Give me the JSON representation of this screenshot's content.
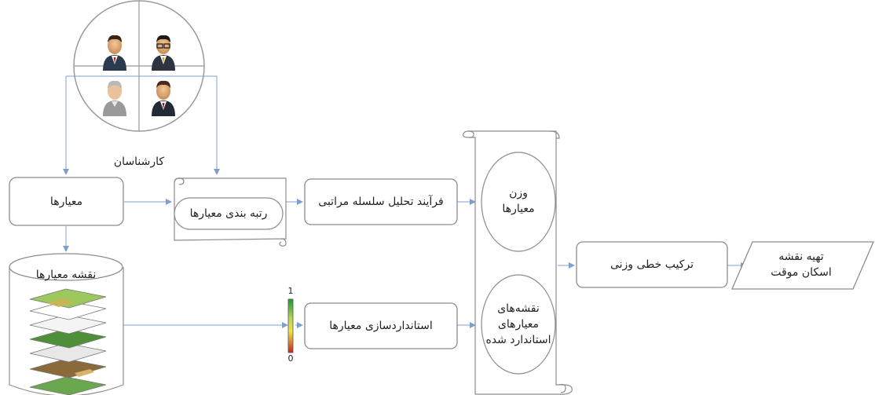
{
  "experts": {
    "label": "کارشناسان"
  },
  "criteria_box": {
    "label": "معیارها"
  },
  "ranking_box": {
    "label": "رتبه بندی معیارها"
  },
  "ahp_box": {
    "label": "فرآیند تحلیل سلسله مراتبی"
  },
  "criteria_maps": {
    "label": "نقشه معیارها"
  },
  "standardization_box": {
    "label": "استانداردسازی معیارها"
  },
  "scale": {
    "max": "1",
    "min": "0"
  },
  "weights_ellipse": {
    "line1": "وزن",
    "line2": "معیارها"
  },
  "std_maps_ellipse": {
    "line1": "نقشه‌های",
    "line2": "معیارهای",
    "line3": "استاندارد شده"
  },
  "linear_combination_box": {
    "label": "ترکیب خطی وزنی"
  },
  "output": {
    "line1": "تهیه نقشه",
    "line2": "اسکان موقت"
  },
  "colors": {
    "box_border": "#8c8c8c",
    "arrow": "#7f9fcf",
    "map_green": "#7fb24a",
    "map_brown": "#8a6a3a"
  }
}
